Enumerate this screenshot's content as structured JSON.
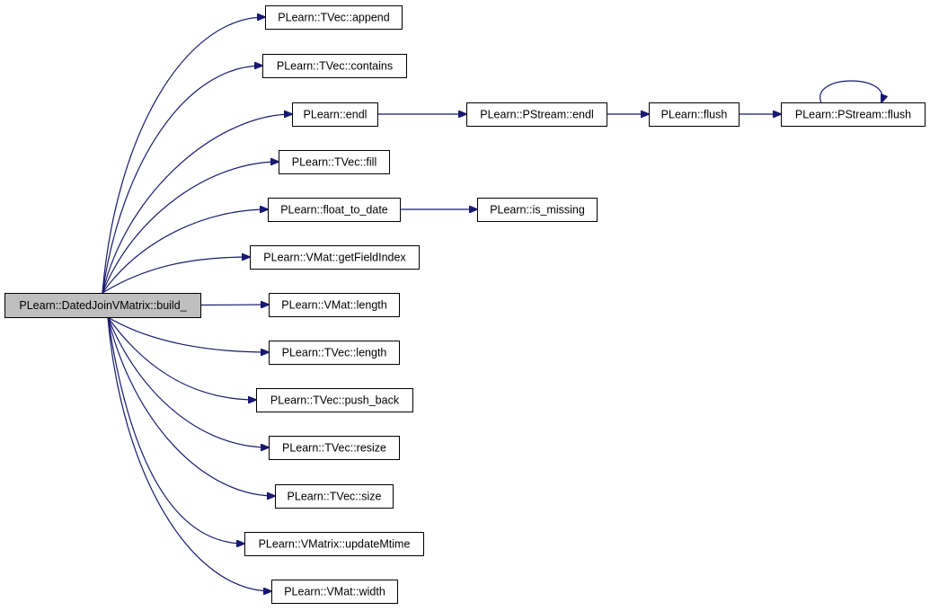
{
  "colors": {
    "edge": "#191970",
    "node_fill": "#ffffff",
    "root_fill": "#bfbfbf",
    "node_border": "#000000"
  },
  "nodes": [
    {
      "id": "root",
      "label": "PLearn::DatedJoinVMatrix::build_",
      "root": true
    },
    {
      "id": "append",
      "label": "PLearn::TVec::append"
    },
    {
      "id": "contains",
      "label": "PLearn::TVec::contains"
    },
    {
      "id": "endl",
      "label": "PLearn::endl"
    },
    {
      "id": "pstream_endl",
      "label": "PLearn::PStream::endl"
    },
    {
      "id": "flush",
      "label": "PLearn::flush"
    },
    {
      "id": "pstream_flush",
      "label": "PLearn::PStream::flush"
    },
    {
      "id": "fill",
      "label": "PLearn::TVec::fill"
    },
    {
      "id": "float_to_date",
      "label": "PLearn::float_to_date"
    },
    {
      "id": "is_missing",
      "label": "PLearn::is_missing"
    },
    {
      "id": "getFieldIndex",
      "label": "PLearn::VMat::getFieldIndex"
    },
    {
      "id": "vmat_length",
      "label": "PLearn::VMat::length"
    },
    {
      "id": "tvec_length",
      "label": "PLearn::TVec::length"
    },
    {
      "id": "push_back",
      "label": "PLearn::TVec::push_back"
    },
    {
      "id": "resize",
      "label": "PLearn::TVec::resize"
    },
    {
      "id": "size",
      "label": "PLearn::TVec::size"
    },
    {
      "id": "updateMtime",
      "label": "PLearn::VMatrix::updateMtime"
    },
    {
      "id": "width",
      "label": "PLearn::VMat::width"
    }
  ],
  "edges": [
    {
      "from": "root",
      "to": "append"
    },
    {
      "from": "root",
      "to": "contains"
    },
    {
      "from": "root",
      "to": "endl"
    },
    {
      "from": "root",
      "to": "fill"
    },
    {
      "from": "root",
      "to": "float_to_date"
    },
    {
      "from": "root",
      "to": "getFieldIndex"
    },
    {
      "from": "root",
      "to": "vmat_length"
    },
    {
      "from": "root",
      "to": "tvec_length"
    },
    {
      "from": "root",
      "to": "push_back"
    },
    {
      "from": "root",
      "to": "resize"
    },
    {
      "from": "root",
      "to": "size"
    },
    {
      "from": "root",
      "to": "updateMtime"
    },
    {
      "from": "root",
      "to": "width"
    },
    {
      "from": "endl",
      "to": "pstream_endl"
    },
    {
      "from": "pstream_endl",
      "to": "flush"
    },
    {
      "from": "flush",
      "to": "pstream_flush"
    },
    {
      "from": "float_to_date",
      "to": "is_missing"
    },
    {
      "from": "pstream_flush",
      "to": "pstream_flush"
    }
  ]
}
